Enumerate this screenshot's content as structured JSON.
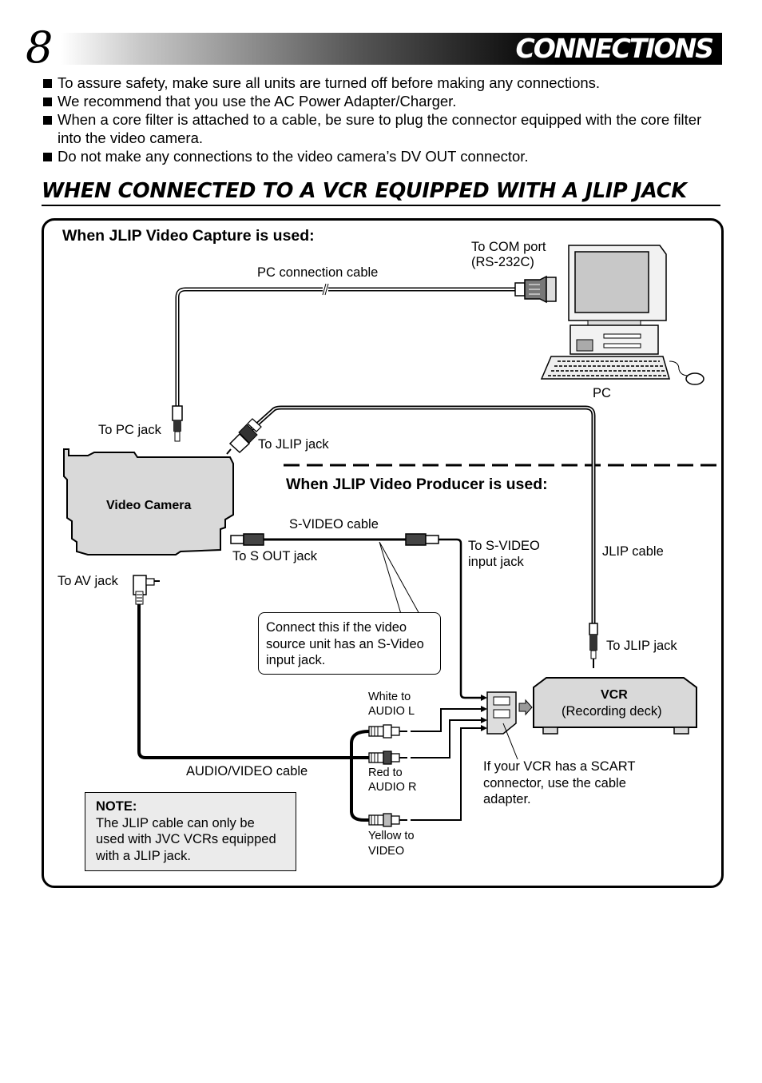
{
  "page_number": "8",
  "header_title": "CONNECTIONS",
  "bullets": [
    "To assure safety, make sure all units are turned off before making any connections.",
    "We recommend that you use the AC Power Adapter/Charger.",
    "When a core filter is attached to a cable, be sure to plug the connector equipped with the core filter into the video camera.",
    "Do not make any connections to the video camera’s DV OUT connector."
  ],
  "section_title": "WHEN CONNECTED TO A VCR EQUIPPED WITH A JLIP JACK",
  "diagram": {
    "capture_heading": "When JLIP Video Capture is used:",
    "producer_heading": "When JLIP Video Producer is used:",
    "labels": {
      "to_com_port_1": "To COM port",
      "to_com_port_2": "(RS-232C)",
      "pc_cable": "PC connection cable",
      "pc": "PC",
      "to_pc_jack": "To PC jack",
      "to_jlip_jack_cam": "To JLIP jack",
      "video_camera": "Video Camera",
      "svideo_cable": "S-VIDEO cable",
      "to_s_out_jack": "To S OUT jack",
      "to_svideo_1": "To S-VIDEO",
      "to_svideo_2": "input jack",
      "jlip_cable": "JLIP cable",
      "to_av_jack": "To AV jack",
      "to_jlip_jack_vcr": "To JLIP jack",
      "vcr": "VCR",
      "recording_deck": "(Recording deck)",
      "white_1": "White to",
      "white_2": "AUDIO L",
      "red_1": "Red to",
      "red_2": "AUDIO R",
      "yellow_1": "Yellow to",
      "yellow_2": "VIDEO",
      "av_cable": "AUDIO/VIDEO cable",
      "scart_1": "If your VCR has a SCART",
      "scart_2": "connector, use the cable",
      "scart_3": "adapter."
    },
    "callout": [
      "Connect this if the video",
      "source unit has an S-Video",
      "input jack."
    ],
    "note_title": "NOTE:",
    "note_lines": [
      "The JLIP cable can only be",
      "used with JVC VCRs equipped",
      "with a JLIP jack."
    ]
  }
}
